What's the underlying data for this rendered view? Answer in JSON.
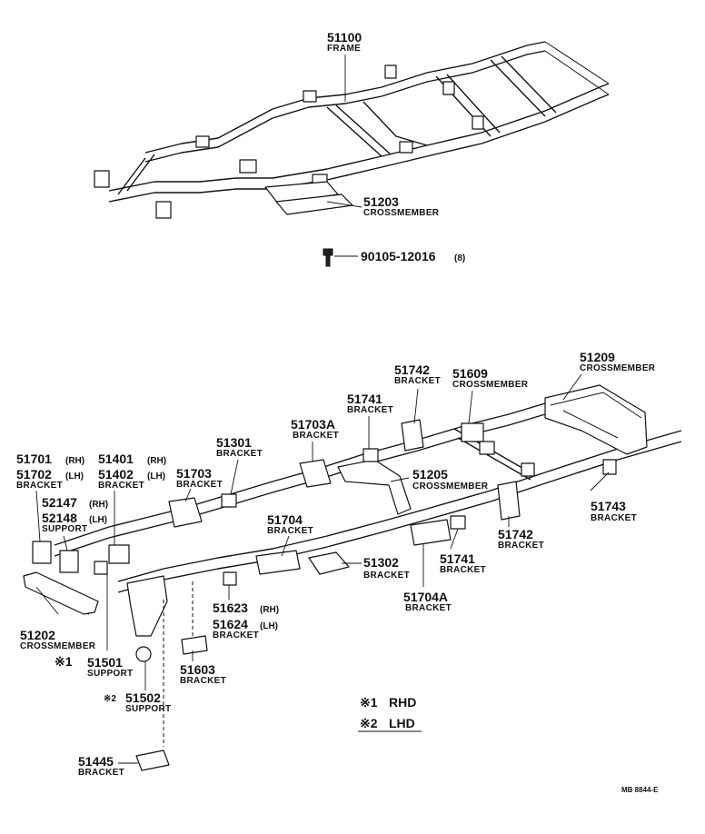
{
  "callouts": {
    "c51100": {
      "num": "51100",
      "name": "FRAME"
    },
    "c51203": {
      "num": "51203",
      "name": "CROSSMEMBER"
    },
    "c90105": {
      "num": "90105-12016",
      "suffix": "(8)"
    },
    "c51742a": {
      "num": "51742",
      "name": "BRACKET"
    },
    "c51609": {
      "num": "51609",
      "name": "CROSSMEMBER"
    },
    "c51209": {
      "num": "51209",
      "name": "CROSSMEMBER"
    },
    "c51741a": {
      "num": "51741",
      "name": "BRACKET"
    },
    "c51703a": {
      "num": "51703A",
      "name": "BRACKET"
    },
    "c51301": {
      "num": "51301",
      "name": "BRACKET"
    },
    "c51701": {
      "num": "51701",
      "suffix": "(RH)"
    },
    "c51702": {
      "num": "51702",
      "suffix": "(LH)",
      "name": "BRACKET"
    },
    "c51401": {
      "num": "51401",
      "suffix": "(RH)"
    },
    "c51402": {
      "num": "51402",
      "suffix": "(LH)",
      "name": "BRACKET"
    },
    "c51703": {
      "num": "51703",
      "name": "BRACKET"
    },
    "c51205": {
      "num": "51205",
      "name": "CROSSMEMBER"
    },
    "c52147": {
      "num": "52147",
      "suffix": "(RH)"
    },
    "c52148": {
      "num": "52148",
      "suffix": "(LH)",
      "name": "SUPPORT"
    },
    "c51704": {
      "num": "51704",
      "name": "BRACKET"
    },
    "c51743": {
      "num": "51743",
      "name": "BRACKET"
    },
    "c51742b": {
      "num": "51742",
      "name": "BRACKET"
    },
    "c51302": {
      "num": "51302",
      "name": "BRACKET"
    },
    "c51741b": {
      "num": "51741",
      "name": "BRACKET"
    },
    "c51623": {
      "num": "51623",
      "suffix": "(RH)"
    },
    "c51624": {
      "num": "51624",
      "suffix": "(LH)",
      "name": "BRACKET"
    },
    "c51704a": {
      "num": "51704A",
      "name": "BRACKET"
    },
    "c51202": {
      "num": "51202",
      "name": "CROSSMEMBER"
    },
    "c51501": {
      "mark": "※1",
      "num": "51501",
      "name": "SUPPORT"
    },
    "c51603": {
      "num": "51603",
      "name": "BRACKET"
    },
    "c51502": {
      "mark": "※2",
      "num": "51502",
      "name": "SUPPORT"
    },
    "c51445": {
      "num": "51445",
      "name": "BRACKET"
    }
  },
  "legend": {
    "note1": {
      "mark": "※1",
      "text": "RHD"
    },
    "note2": {
      "mark": "※2",
      "text": "LHD"
    }
  },
  "footer": {
    "code": "MB 8844-E"
  }
}
